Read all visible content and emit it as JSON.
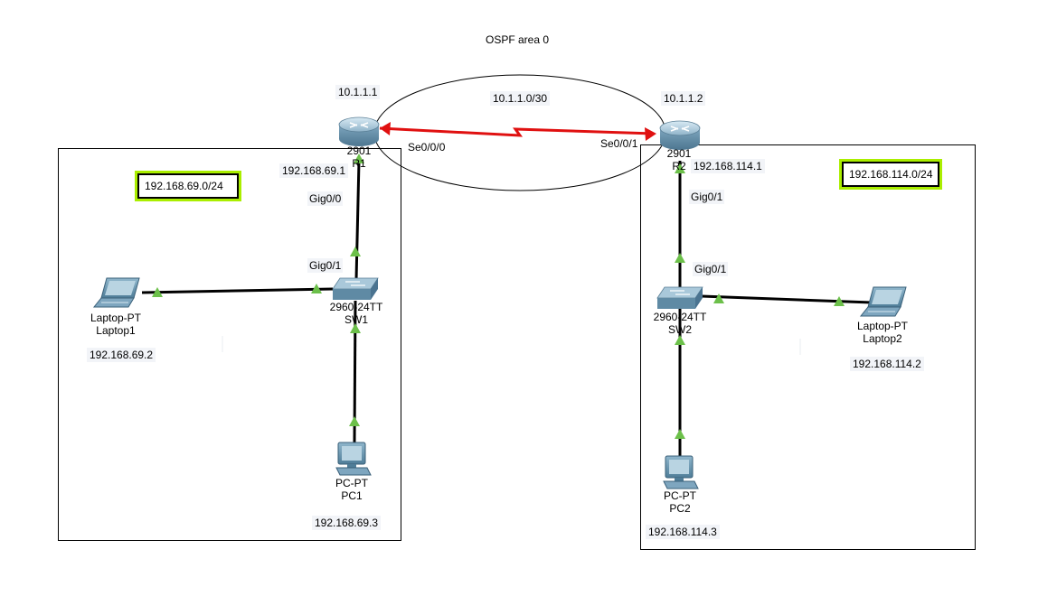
{
  "title": "OSPF area 0",
  "colors": {
    "link": "#000000",
    "serial": "#e01010",
    "port_up": "#6cc04a",
    "subnet_border": "#aaee00"
  },
  "serial_link": {
    "subnet": "10.1.1.0/30",
    "r1_port": "Se0/0/0",
    "r2_port": "Se0/0/1"
  },
  "r1": {
    "model": "2901",
    "name": "R1",
    "serial_ip": "10.1.1.1",
    "lan_ip": "192.168.69.1",
    "lan_port": "Gig0/0",
    "icon": "router-icon"
  },
  "r2": {
    "model": "2901",
    "name": "R2",
    "serial_ip": "10.1.1.2",
    "lan_ip": "192.168.114.1",
    "lan_port": "Gig0/1",
    "icon": "router-icon"
  },
  "sw1": {
    "model": "2960-24TT",
    "name": "SW1",
    "uplink_port": "Gig0/1",
    "icon": "switch-icon"
  },
  "sw2": {
    "model": "2960-24TT",
    "name": "SW2",
    "uplink_port": "Gig0/1",
    "icon": "switch-icon"
  },
  "lan1": {
    "subnet": "192.168.69.0/24"
  },
  "lan2": {
    "subnet": "192.168.114.0/24"
  },
  "laptop1": {
    "model": "Laptop-PT",
    "name": "Laptop1",
    "ip": "192.168.69.2",
    "icon": "laptop-icon"
  },
  "pc1": {
    "model": "PC-PT",
    "name": "PC1",
    "ip": "192.168.69.3",
    "icon": "pc-icon"
  },
  "laptop2": {
    "model": "Laptop-PT",
    "name": "Laptop2",
    "ip": "192.168.114.2",
    "icon": "laptop-icon"
  },
  "pc2": {
    "model": "PC-PT",
    "name": "PC2",
    "ip": "192.168.114.3",
    "icon": "pc-icon"
  }
}
